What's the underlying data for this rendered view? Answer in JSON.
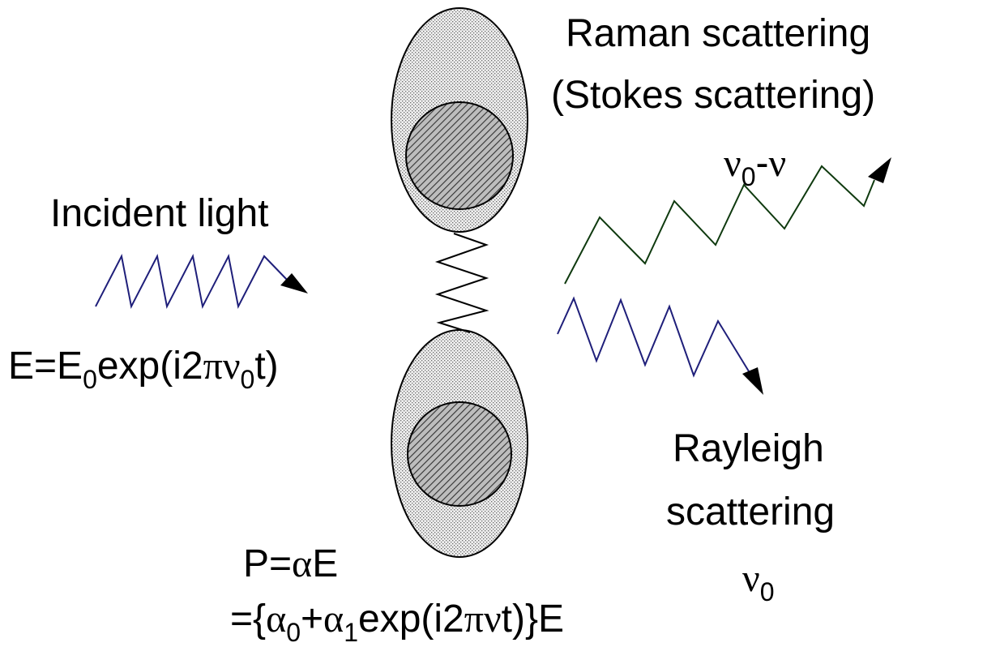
{
  "raman_label": {
    "line1": "Raman scattering",
    "line2": "(Stokes scattering)"
  },
  "raman_freq": {
    "nu": "ν",
    "sub0": "0",
    "minus": "-",
    "nu2": "ν"
  },
  "incident_label": "Incident light",
  "incident_eq": {
    "a": "E=E",
    "s1": "0",
    "b": "exp(i2",
    "pi": "π",
    "nu": "ν",
    "s2": "0",
    "c": "t)"
  },
  "rayleigh_label": {
    "line1": "Rayleigh",
    "line2": "scattering"
  },
  "rayleigh_freq": {
    "nu": "ν",
    "sub0": "0"
  },
  "polar_eq": {
    "line1_a": "P=",
    "line1_alpha": "α",
    "line1_b": "E",
    "l2_a": "={",
    "l2_alpha0": "α",
    "l2_s0": "0",
    "l2_plus": "+",
    "l2_alpha1": "α",
    "l2_s1": "1",
    "l2_exp": "exp(i2",
    "l2_pi": "π",
    "l2_nu": "ν",
    "l2_end": "t)}E"
  },
  "colors": {
    "incident": "#1f1f7a",
    "raman": "#0f3a0f",
    "rayleigh": "#1f1f7a",
    "outline": "#000000",
    "atom_fill": "#d8d8d8",
    "nucleus_fill": "#8a8a8a"
  }
}
